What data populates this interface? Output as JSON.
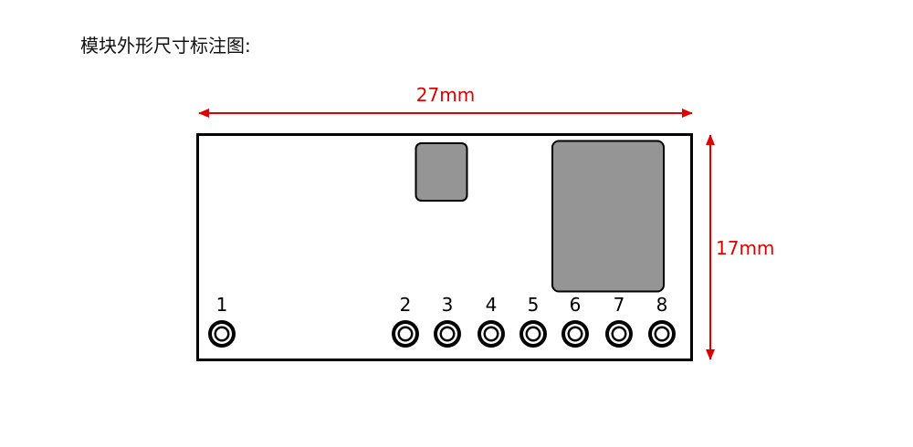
{
  "title": "模块外形尺寸标注图:",
  "dimensions": {
    "width_label": "27mm",
    "height_label": "17mm"
  },
  "pins": [
    {
      "label": "1"
    },
    {
      "label": "2"
    },
    {
      "label": "3"
    },
    {
      "label": "4"
    },
    {
      "label": "5"
    },
    {
      "label": "6"
    },
    {
      "label": "7"
    },
    {
      "label": "8"
    }
  ],
  "colors": {
    "dimension": "#e00000",
    "outline": "#000000",
    "component_fill": "#959595",
    "board_fill": "#ffffff"
  },
  "icons": {
    "pin_pad": "double-ring-pad-icon"
  }
}
